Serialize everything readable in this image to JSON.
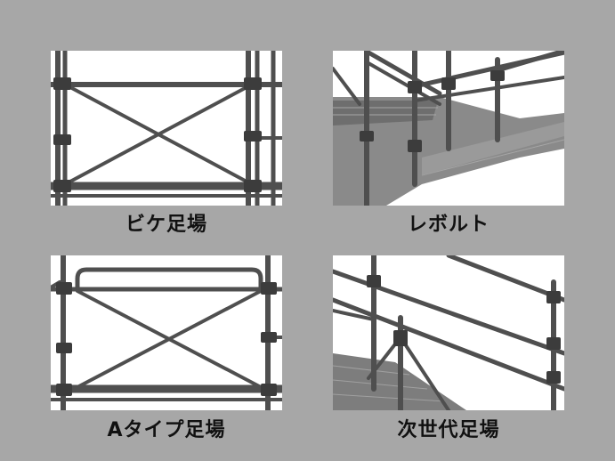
{
  "panels": [
    {
      "caption": "ビケ足場",
      "image": "bike-scaffolding-illustration"
    },
    {
      "caption": "レボルト",
      "image": "revolt-scaffolding-illustration"
    },
    {
      "caption": "Aタイプ足場",
      "image": "a-type-scaffolding-illustration"
    },
    {
      "caption": "次世代足場",
      "image": "next-generation-scaffolding-illustration"
    }
  ],
  "colors": {
    "background": "#a7a7a7",
    "panel": "#ffffff",
    "steel": "#5a5a5a",
    "deck": "#7d7d7d"
  }
}
